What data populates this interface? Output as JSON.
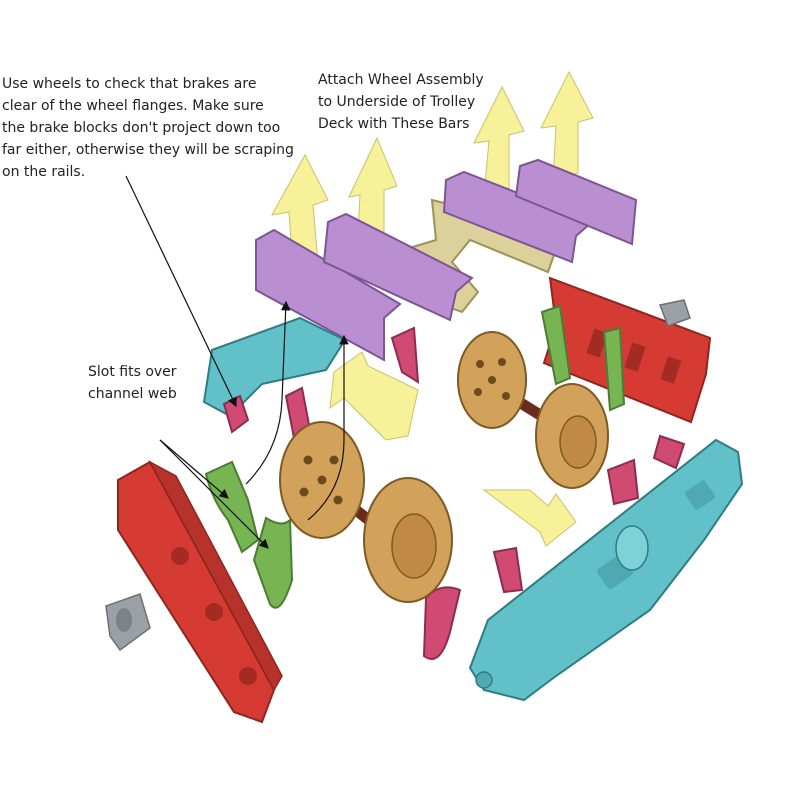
{
  "title": "",
  "notes": {
    "brakes": {
      "line1": "Use wheels to check that brakes are",
      "line2": "clear of the wheel flanges.  Make sure",
      "line3": "the brake blocks don't project down too",
      "line4": "far either, otherwise they will be scraping",
      "line5": "on the rails."
    },
    "attach": {
      "line1": "Attach Wheel Assembly",
      "line2": "to Underside of Trolley",
      "line3": "Deck with These Bars"
    },
    "slot": {
      "line1": "Slot fits over",
      "line2": "channel web"
    }
  },
  "colors": {
    "mounting_bar": "#b98fd1",
    "side_frame_red": "#d63b33",
    "side_frame_cyan": "#62c0c8",
    "wheel": "#d2a15a",
    "axle": "#6a2a1c",
    "brake_block": "#d04a73",
    "brake_hanger": "#76b552",
    "brake_yoke": "#dcd19a",
    "arrow": "#f7f29a",
    "axle_cap": "#9aa0a6"
  }
}
